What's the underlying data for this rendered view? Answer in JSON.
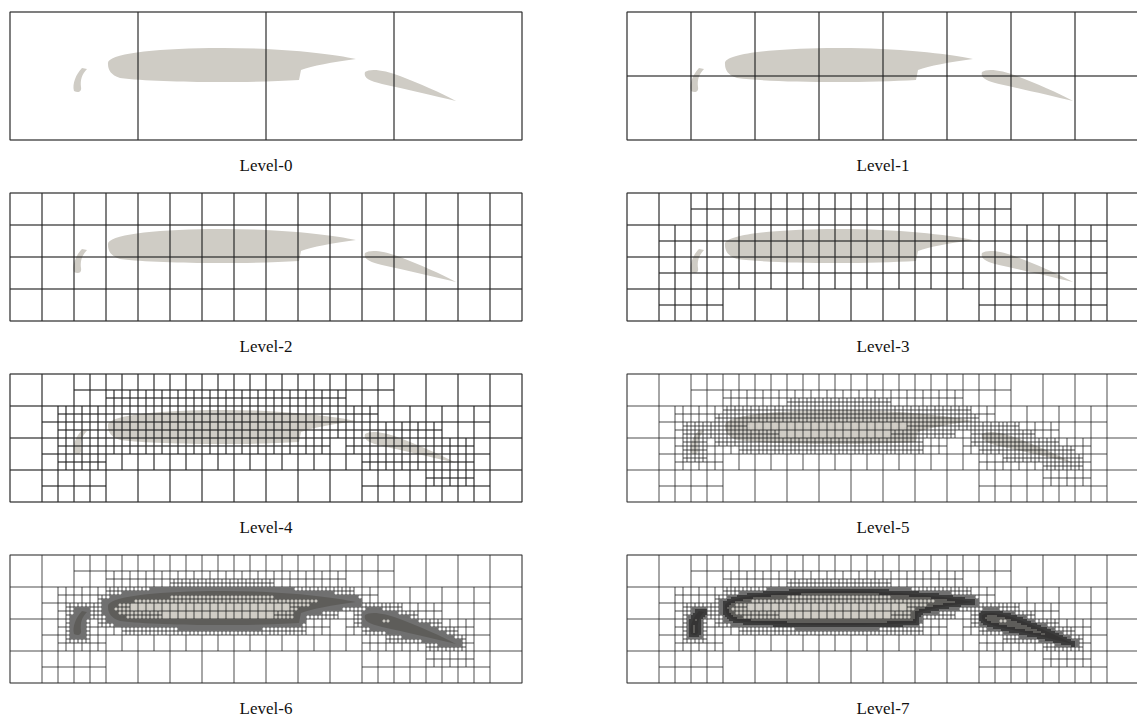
{
  "diagram": {
    "labels": [
      "Level-0",
      "Level-1",
      "Level-2",
      "Level-3",
      "Level-4",
      "Level-5",
      "Level-6",
      "Level-7"
    ]
  }
}
